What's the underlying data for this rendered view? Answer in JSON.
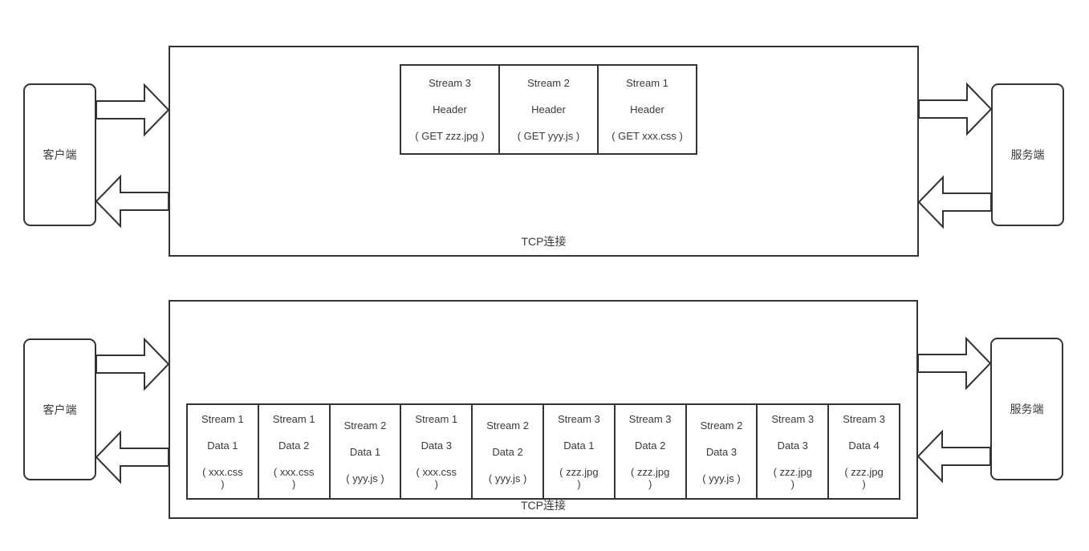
{
  "colors": {
    "background": "#ffffff",
    "stroke": "#333333",
    "text": "#3a3a3a"
  },
  "top_flow": {
    "client_label": "客户端",
    "server_label": "服务端",
    "connection_label": "TCP连接",
    "frames": [
      {
        "stream": "Stream 3",
        "type": "Header",
        "payload": "( GET zzz.jpg )"
      },
      {
        "stream": "Stream 2",
        "type": "Header",
        "payload": "( GET yyy.js )"
      },
      {
        "stream": "Stream 1",
        "type": "Header",
        "payload": "( GET xxx.css )"
      }
    ]
  },
  "bottom_flow": {
    "client_label": "客户端",
    "server_label": "服务端",
    "connection_label": "TCP连接",
    "frames": [
      {
        "stream": "Stream 1",
        "type": "Data 1",
        "payload": "( xxx.css\n)"
      },
      {
        "stream": "Stream 1",
        "type": "Data 2",
        "payload": "( xxx.css\n)"
      },
      {
        "stream": "Stream 2",
        "type": "Data 1",
        "payload": "( yyy.js )"
      },
      {
        "stream": "Stream 1",
        "type": "Data 3",
        "payload": "( xxx.css\n)"
      },
      {
        "stream": "Stream 2",
        "type": "Data 2",
        "payload": "( yyy.js )"
      },
      {
        "stream": "Stream 3",
        "type": "Data 1",
        "payload": "( zzz.jpg\n)"
      },
      {
        "stream": "Stream 3",
        "type": "Data 2",
        "payload": "( zzz.jpg\n)"
      },
      {
        "stream": "Stream 2",
        "type": "Data 3",
        "payload": "( yyy.js )"
      },
      {
        "stream": "Stream 3",
        "type": "Data 3",
        "payload": "( zzz.jpg\n)"
      },
      {
        "stream": "Stream 3",
        "type": "Data 4",
        "payload": "( zzz.jpg\n)"
      }
    ]
  }
}
